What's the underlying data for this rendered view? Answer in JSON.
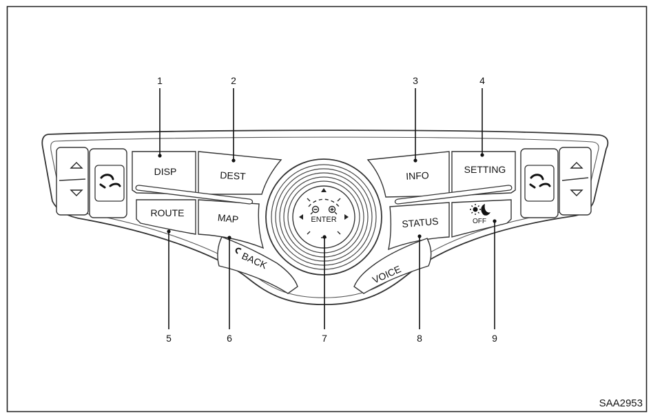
{
  "figure_id": "SAA2953",
  "buttons": {
    "disp": "DISP",
    "dest": "DEST",
    "info": "INFO",
    "setting": "SETTING",
    "route": "ROUTE",
    "map": "MAP",
    "status": "STATUS",
    "back": "BACK",
    "voice": "VOICE",
    "enter": "ENTER",
    "off": "OFF"
  },
  "callouts": [
    "1",
    "2",
    "3",
    "4",
    "5",
    "6",
    "7",
    "8",
    "9"
  ]
}
